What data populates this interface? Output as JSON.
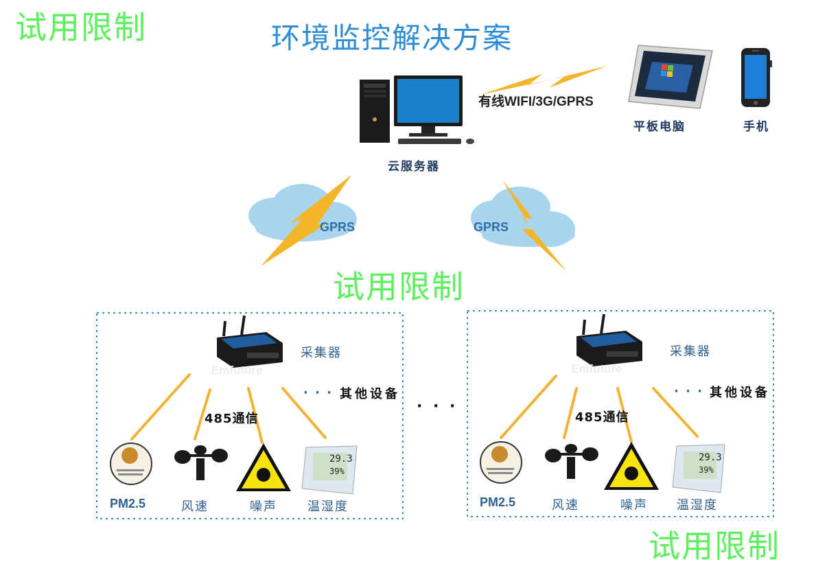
{
  "watermark": "试用限制",
  "title": "环境监控解决方案",
  "top": {
    "server_label": "云服务器",
    "link_label": "有线WIFI/3G/GPRS",
    "tablet_label": "平板电脑",
    "phone_label": "手机"
  },
  "gprs": [
    "GPRS",
    "GPRS"
  ],
  "groups": [
    {
      "collector": "采集器",
      "other": "其他设备",
      "dots": "· · ·",
      "bus": "485通信",
      "brand": "Emfuture",
      "devices": [
        "PM2.5",
        "风速",
        "噪声",
        "温湿度"
      ],
      "display": [
        "29.3",
        "39%"
      ]
    },
    {
      "collector": "采集器",
      "other": "其他设备",
      "dots": "· · ·",
      "bus": "485通信",
      "brand": "Emfuture",
      "devices": [
        "PM2.5",
        "风速",
        "噪声",
        "温湿度"
      ],
      "display": [
        "29.3",
        "39%"
      ]
    }
  ],
  "between_dots": "· · ·",
  "colors": {
    "watermark": "#5cf05c",
    "title": "#2e8bd6",
    "lightning": "#f3b52a",
    "wire": "#f2b233",
    "dash": "#3a8fc4",
    "cloud": "#a9d4ee"
  }
}
